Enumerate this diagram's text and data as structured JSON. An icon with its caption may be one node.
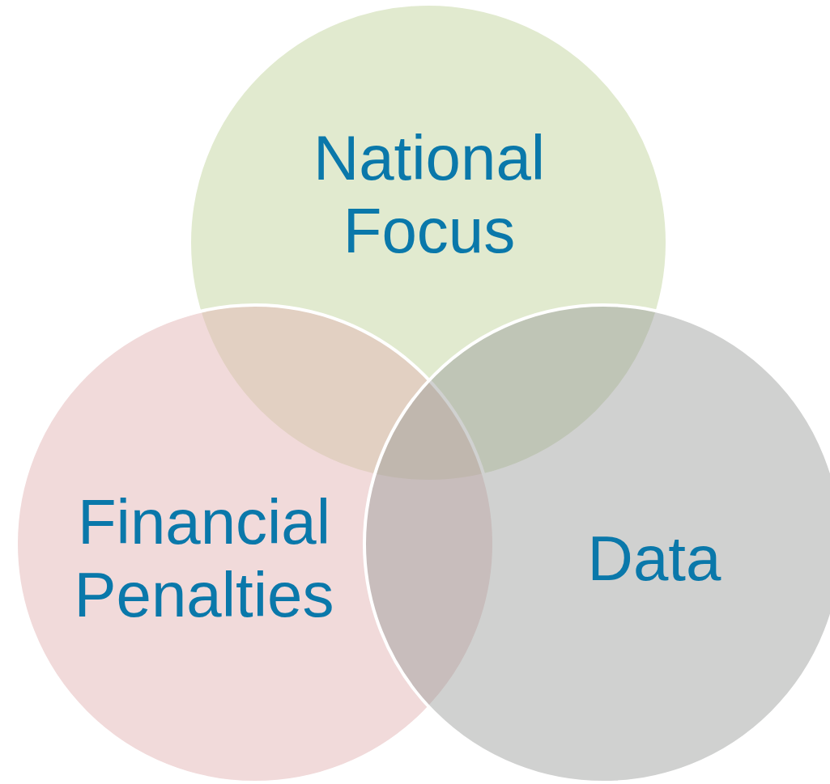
{
  "diagram": {
    "nodes": [
      {
        "text": [
          "National Focus"
        ]
      },
      {
        "text": [
          "Financial Penalties"
        ]
      },
      {
        "text": [
          "Data"
        ]
      }
    ]
  }
}
